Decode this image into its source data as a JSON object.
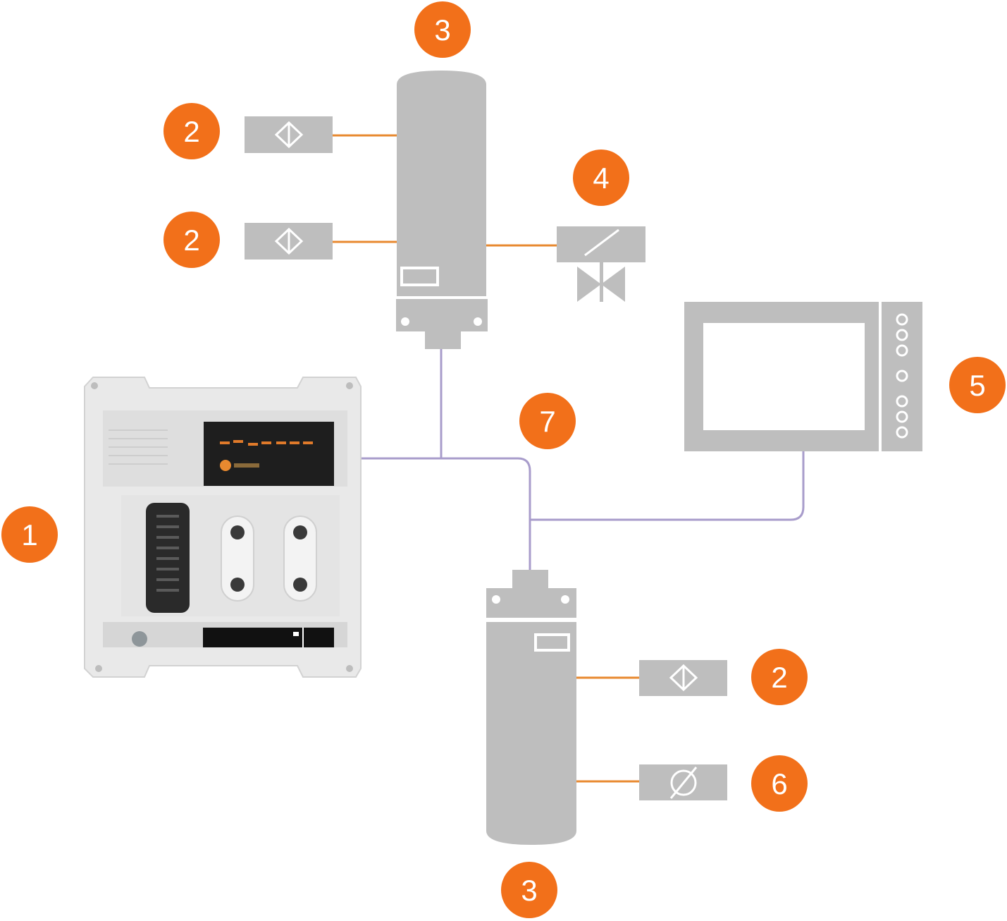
{
  "badges": {
    "top_module": "3",
    "sensor_top_1": "2",
    "sensor_top_2": "2",
    "valve": "4",
    "display": "5",
    "network": "7",
    "controller": "1",
    "sensor_bottom": "2",
    "measurement": "6",
    "bottom_module": "3"
  },
  "colors": {
    "badge": "#F2701A",
    "device_gray": "#BEBEBE",
    "sensor_wire": "#E8892F",
    "bus_line": "#A89CCB",
    "background": "#FFFFFF"
  },
  "icons": [
    "sensor-diamond-icon",
    "solenoid-valve-icon",
    "empty-set-measure-icon"
  ]
}
